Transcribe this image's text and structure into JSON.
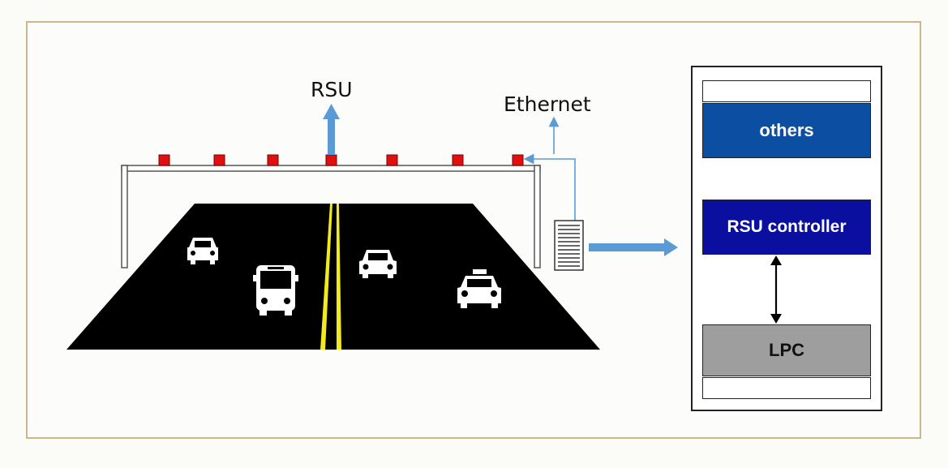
{
  "labels": {
    "rsu": "RSU",
    "ethernet": "Ethernet"
  },
  "rack": {
    "others": "others",
    "rsu_controller": "RSU controller",
    "lpc": "LPC"
  },
  "colors": {
    "road": "#000000",
    "center_line": "#f2ea1b",
    "rsu_unit": "#e01010",
    "arrow_blue": "#5b9bd5",
    "others_fill": "#0b4ea2",
    "rsu_controller_fill": "#0a0fa0",
    "lpc_fill": "#9e9e9e",
    "frame_border": "#c8b98c"
  }
}
